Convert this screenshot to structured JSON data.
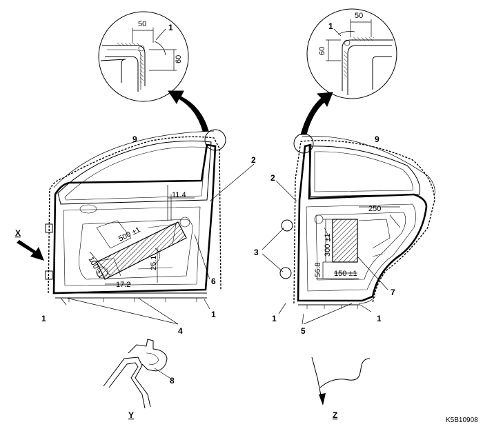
{
  "front_door": {
    "callouts": {
      "seal_top": "9",
      "seal_pillar": "2",
      "clip_left": "1",
      "clip_right": "1",
      "clip_bottom": "4",
      "sheet": "6",
      "view_mark": "X"
    },
    "dimensions": {
      "gap_top": "11.4",
      "sheet_length": "500 ±1",
      "sheet_height": "25.1",
      "sheet_offset": "17.2",
      "sheet_width": "100 ±1"
    },
    "detail": {
      "dim_horizontal": "50",
      "dim_vertical": "60",
      "callout": "1"
    }
  },
  "rear_door": {
    "callouts": {
      "seal_top": "9",
      "seal_pillar": "2",
      "clip_side": "3",
      "clip_left": "1",
      "clip_right": "1",
      "clip_bottom": "5",
      "sheet": "7"
    },
    "dimensions": {
      "sheet_offset_top": "250",
      "sheet_height": "300 ±1",
      "sheet_edge": "56.8",
      "sheet_width": "150 ±1"
    },
    "detail": {
      "dim_horizontal": "50",
      "dim_vertical": "60",
      "callout": "1"
    }
  },
  "section_y": {
    "callout": "8",
    "label": "Y"
  },
  "section_z": {
    "label": "Z"
  },
  "drawing_code": "K5B10908"
}
